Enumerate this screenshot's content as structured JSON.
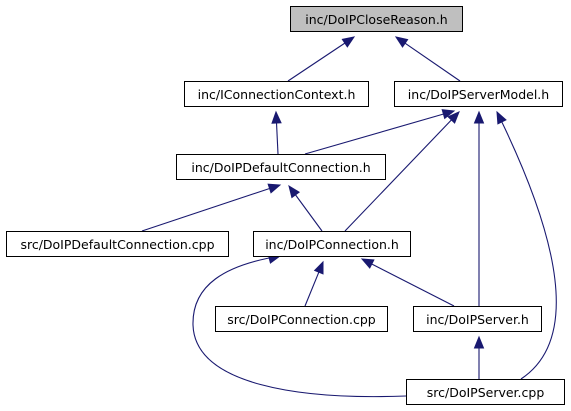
{
  "graph": {
    "nodes": [
      {
        "id": "closereason",
        "label": "inc/DoIPCloseReason.h",
        "highlighted": true
      },
      {
        "id": "iconnctx",
        "label": "inc/IConnectionContext.h",
        "highlighted": false
      },
      {
        "id": "servermodel",
        "label": "inc/DoIPServerModel.h",
        "highlighted": false
      },
      {
        "id": "defaultconn_h",
        "label": "inc/DoIPDefaultConnection.h",
        "highlighted": false
      },
      {
        "id": "defaultconn_cpp",
        "label": "src/DoIPDefaultConnection.cpp",
        "highlighted": false
      },
      {
        "id": "conn_h",
        "label": "inc/DoIPConnection.h",
        "highlighted": false
      },
      {
        "id": "conn_cpp",
        "label": "src/DoIPConnection.cpp",
        "highlighted": false
      },
      {
        "id": "server_h",
        "label": "inc/DoIPServer.h",
        "highlighted": false
      },
      {
        "id": "server_cpp",
        "label": "src/DoIPServer.cpp",
        "highlighted": false
      }
    ],
    "edges": [
      {
        "from": "iconnctx",
        "to": "closereason"
      },
      {
        "from": "servermodel",
        "to": "closereason"
      },
      {
        "from": "defaultconn_h",
        "to": "iconnctx"
      },
      {
        "from": "defaultconn_h",
        "to": "servermodel"
      },
      {
        "from": "conn_h",
        "to": "servermodel"
      },
      {
        "from": "server_h",
        "to": "servermodel"
      },
      {
        "from": "server_cpp",
        "to": "servermodel"
      },
      {
        "from": "defaultconn_cpp",
        "to": "defaultconn_h"
      },
      {
        "from": "conn_h",
        "to": "defaultconn_h"
      },
      {
        "from": "conn_cpp",
        "to": "conn_h"
      },
      {
        "from": "server_h",
        "to": "conn_h"
      },
      {
        "from": "server_cpp",
        "to": "conn_h"
      },
      {
        "from": "server_cpp",
        "to": "server_h"
      }
    ],
    "colors": {
      "edge": "#191970",
      "node_fill": "#ffffff",
      "root_fill": "#bfbfbf",
      "border": "#000000"
    }
  }
}
